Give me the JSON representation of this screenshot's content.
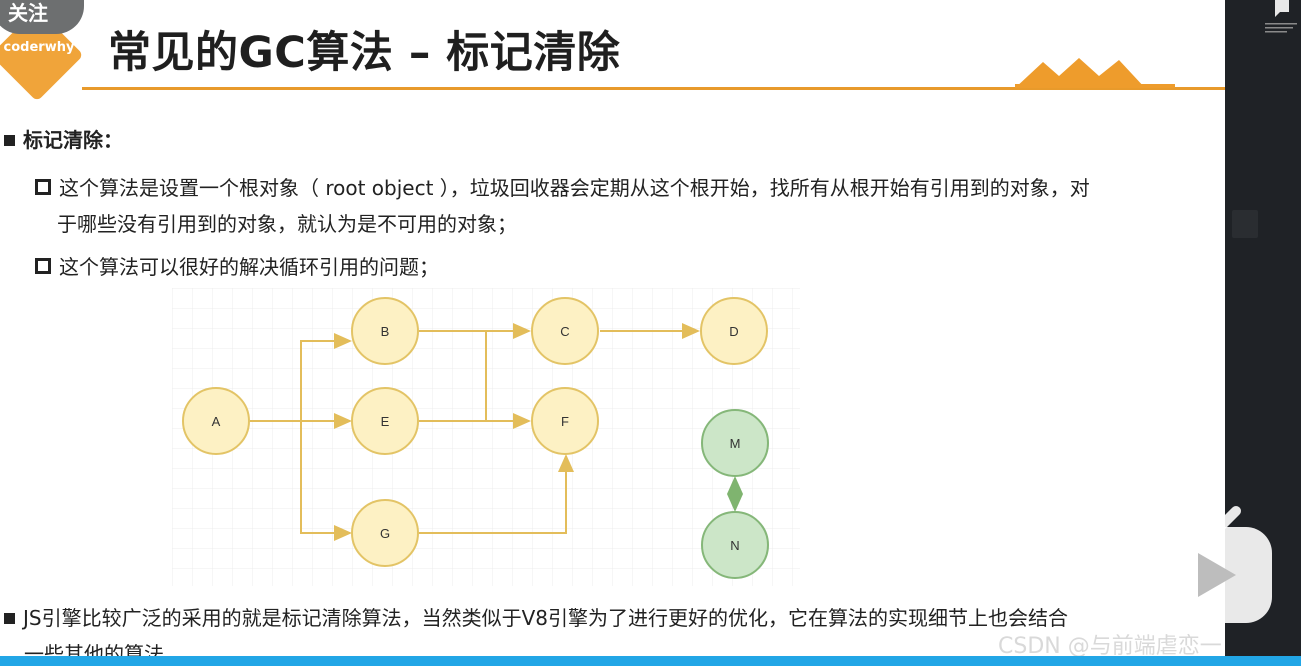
{
  "overlay": {
    "follow_label": "关注"
  },
  "logo": {
    "text": "coderwhy"
  },
  "slide": {
    "title": "常见的GC算法 – 标记清除",
    "heading": "标记清除：",
    "point1_line1": "这个算法是设置一个根对象（ root object ），垃圾回收器会定期从这个根开始，找所有从根开始有引用到的对象，对",
    "point1_line2": "于哪些没有引用到的对象，就认为是不可用的对象；",
    "point2": "这个算法可以很好的解决循环引用的问题；",
    "bottom_line1": "JS引擎比较广泛的采用的就是标记清除算法，当然类似于V8引擎为了进行更好的优化，它在算法的实现细节上也会结合",
    "bottom_line2": "一些其他的算法。"
  },
  "diagram": {
    "nodes": [
      "A",
      "B",
      "C",
      "D",
      "E",
      "F",
      "G",
      "M",
      "N"
    ]
  },
  "watermark": "CSDN @与前端虐恋一百次",
  "colors": {
    "accent": "#e89a2b",
    "node_yellow": "#fdf1c4",
    "node_green": "#cce6c8",
    "progress": "#22a6e6"
  }
}
